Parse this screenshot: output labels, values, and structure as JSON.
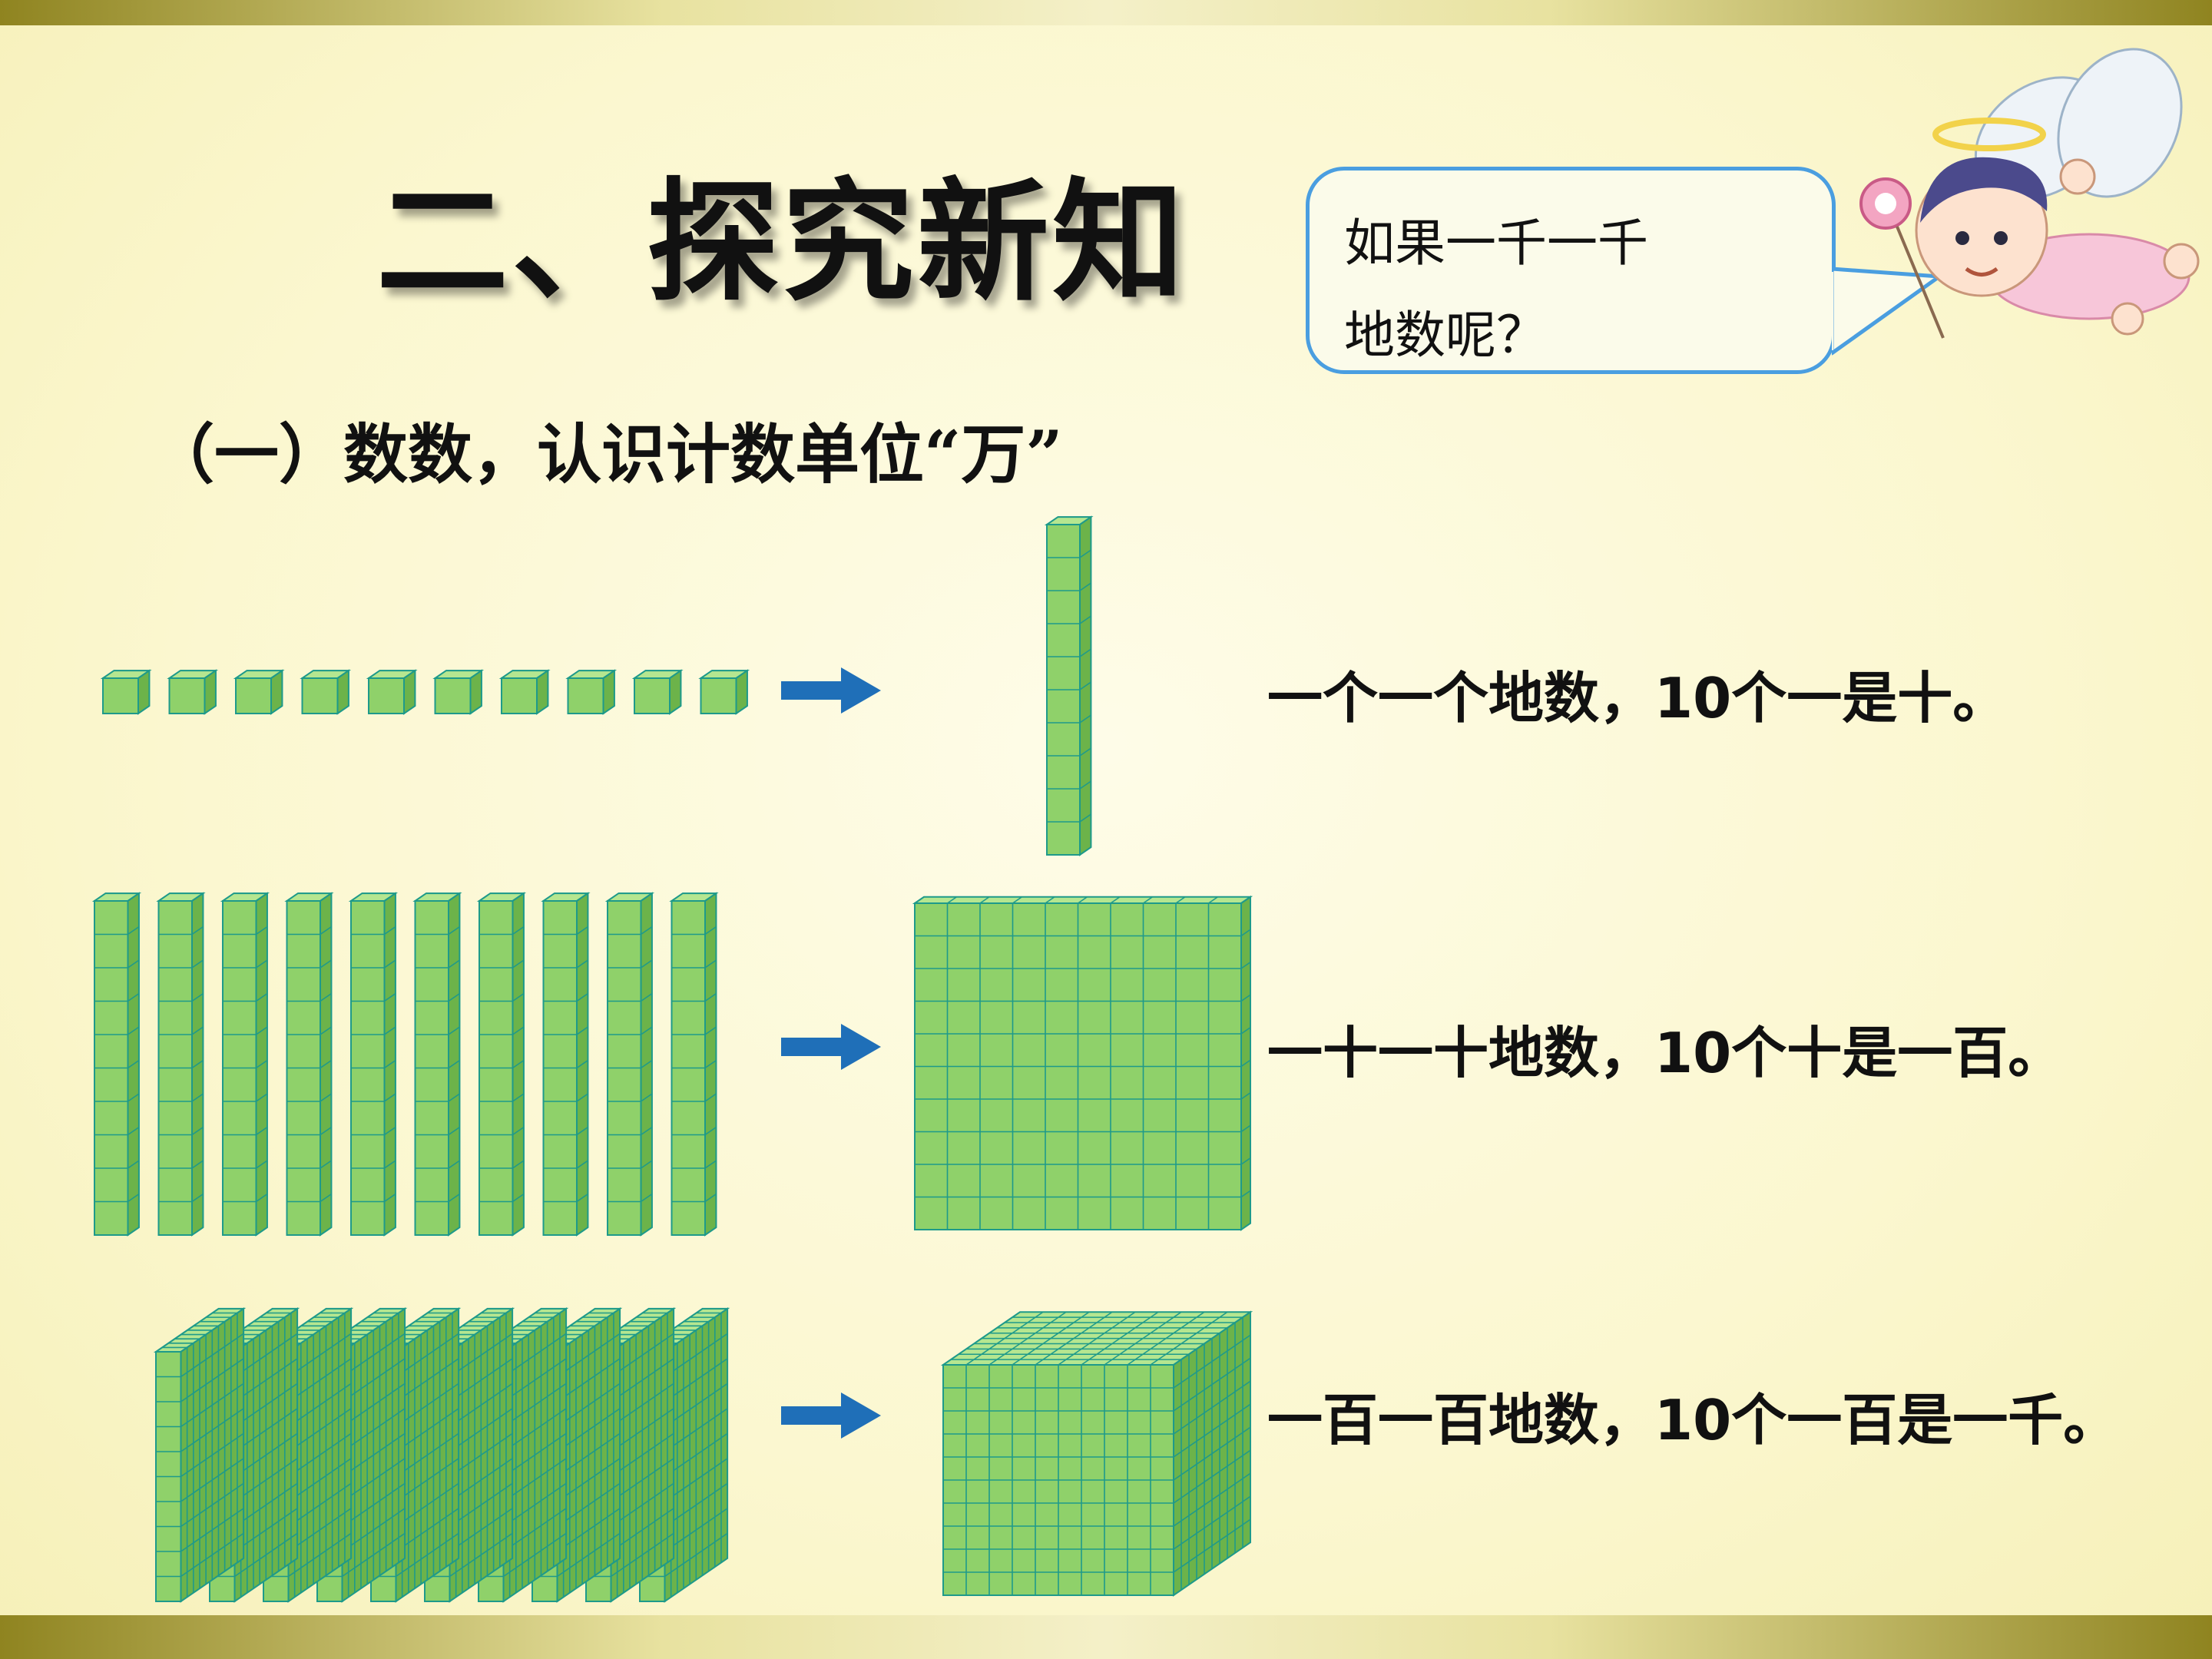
{
  "slide": {
    "title": "二、探究新知",
    "subtitle": "（一）数数，认识计数单位“万”"
  },
  "speech_bubble": {
    "lines": [
      "如果一千一千",
      "地数呢？"
    ]
  },
  "rows": [
    {
      "lead": "一个一个地数，",
      "count": "10",
      "tail": "个一是十。",
      "from_shape": "unit-cube",
      "to_shape": "ten-rod",
      "from_count": 10
    },
    {
      "lead": "一十一十地数，",
      "count": "10",
      "tail": "个十是一百。",
      "from_shape": "ten-rod",
      "to_shape": "hundred-flat",
      "from_count": 10
    },
    {
      "lead": "一百一百地数，",
      "count": "10",
      "tail": "个一百是一千。",
      "from_shape": "hundred-flat",
      "to_shape": "thousand-cube",
      "from_count": 10
    }
  ],
  "colors": {
    "block_fill": "#8fd16a",
    "block_top": "#b5e690",
    "block_side": "#6cb34a",
    "block_line": "#1e9a8a",
    "arrow": "#1f6fb8",
    "bubble_border": "#4a9ee0"
  },
  "icons": {
    "arrow": "right-arrow-icon",
    "character": "angel-fairy-illustration"
  }
}
